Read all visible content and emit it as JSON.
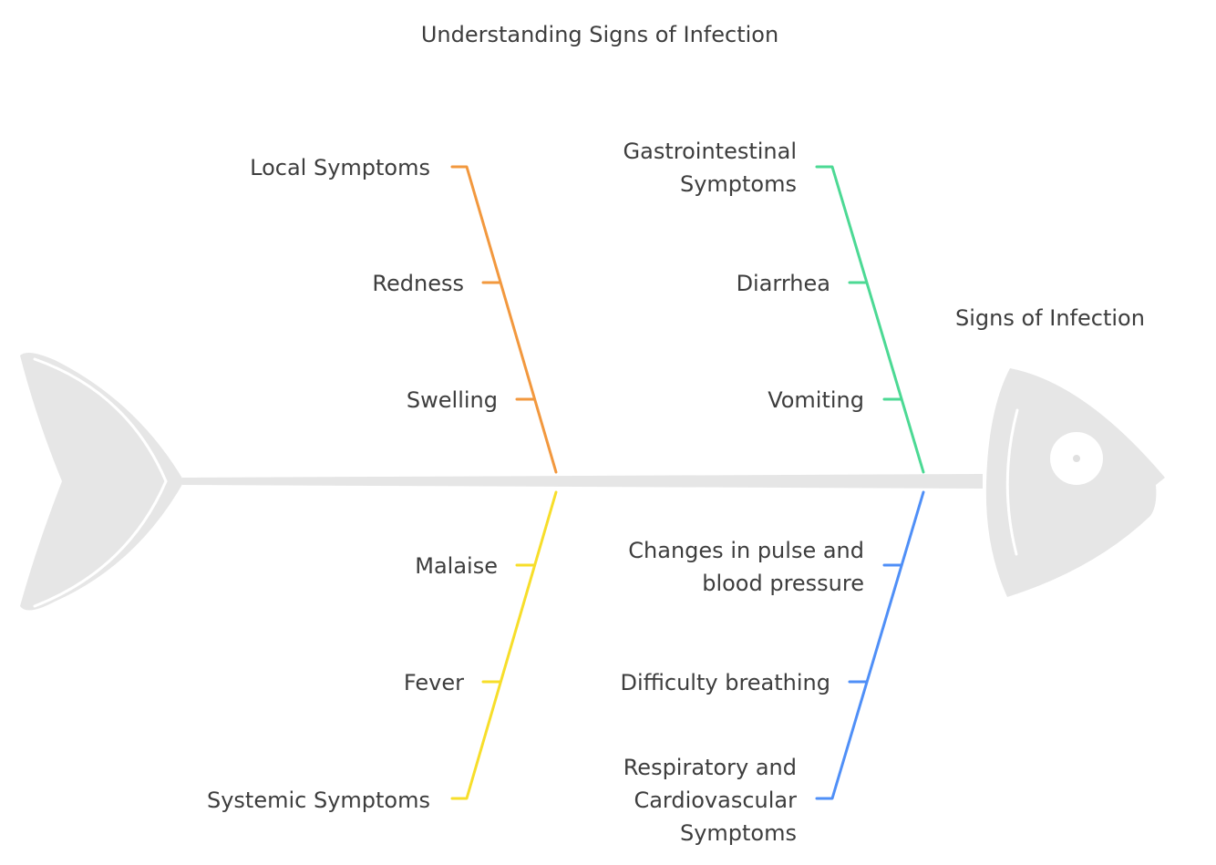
{
  "title": "Understanding Signs of Infection",
  "head_label": "Signs of Infection",
  "categories": [
    {
      "name": "Local Symptoms",
      "color": "#f2983e",
      "causes": [
        "Redness",
        "Swelling"
      ]
    },
    {
      "name": "Gastrointestinal Symptoms",
      "color": "#4cd994",
      "causes": [
        "Diarrhea",
        "Vomiting"
      ]
    },
    {
      "name": "Systemic Symptoms",
      "color": "#f7de2a",
      "causes": [
        "Malaise",
        "Fever"
      ]
    },
    {
      "name": "Respiratory and Cardiovascular Symptoms",
      "color": "#4f8ff7",
      "causes": [
        "Changes in pulse and blood pressure",
        "Difficulty breathing"
      ]
    }
  ],
  "colors": {
    "fish_body": "#e6e6e6",
    "text": "#3d3d3d"
  }
}
